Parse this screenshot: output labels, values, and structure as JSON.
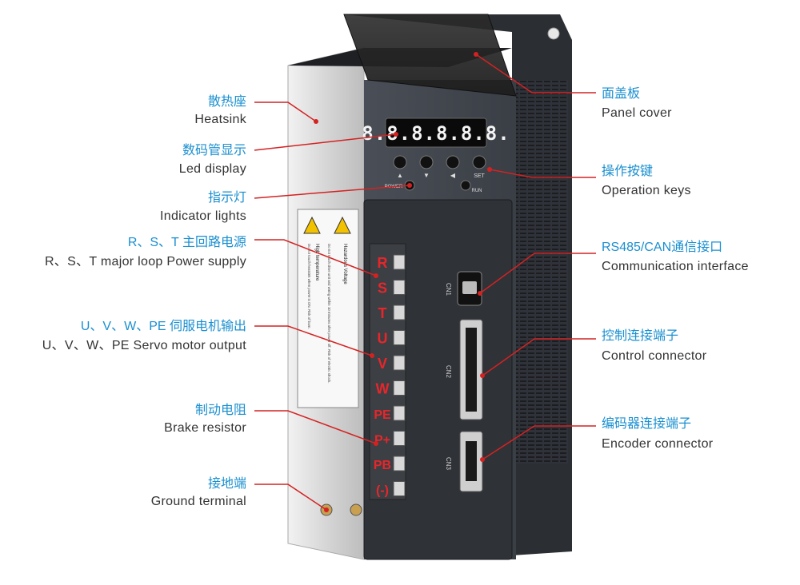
{
  "left_callouts": [
    {
      "zh": "散热座",
      "en": "Heatsink"
    },
    {
      "zh": "数码管显示",
      "en": "Led display"
    },
    {
      "zh": "指示灯",
      "en": "Indicator lights"
    },
    {
      "zh": "R、S、T 主回路电源",
      "en": "R、S、T major loop Power supply"
    },
    {
      "zh": "U、V、W、PE 伺服电机输出",
      "en": "U、V、W、PE Servo motor output"
    },
    {
      "zh": "制动电阻",
      "en": "Brake resistor"
    },
    {
      "zh": "接地端",
      "en": "Ground terminal"
    }
  ],
  "right_callouts": [
    {
      "zh": "面盖板",
      "en": "Panel cover"
    },
    {
      "zh": "操作按键",
      "en": "Operation keys"
    },
    {
      "zh": "RS485/CAN通信接口",
      "en": "Communication interface"
    },
    {
      "zh": "控制连接端子",
      "en": "Control connector"
    },
    {
      "zh": "编码器连接端子",
      "en": "Encoder connector"
    }
  ],
  "device": {
    "display_text": "8.8.8.8.8.8.",
    "key_up": "▲",
    "key_down": "▼",
    "key_left": "◀",
    "key_set": "SET",
    "power_label": "POWER",
    "run_label": "RUN",
    "cn1": "CN1",
    "cn2": "CN2",
    "cn3": "CN3",
    "terminals": [
      "R",
      "S",
      "T",
      "U",
      "V",
      "W",
      "PE",
      "P+",
      "PB",
      "(-)"
    ],
    "warning_left_title": "High temperature",
    "warning_right_title": "Hazardous Voltage",
    "warning_text_1": "Do not touch drive unit and wiring within 10 minutes after power off. Risk of electric shock.",
    "warning_text_2": "Do not touch heatsink when power is ON. Risk of burn."
  },
  "colors": {
    "label_zh": "#1a8fd0",
    "label_en": "#333333",
    "leader": "#d42222",
    "terminal_text": "#e8262a"
  }
}
